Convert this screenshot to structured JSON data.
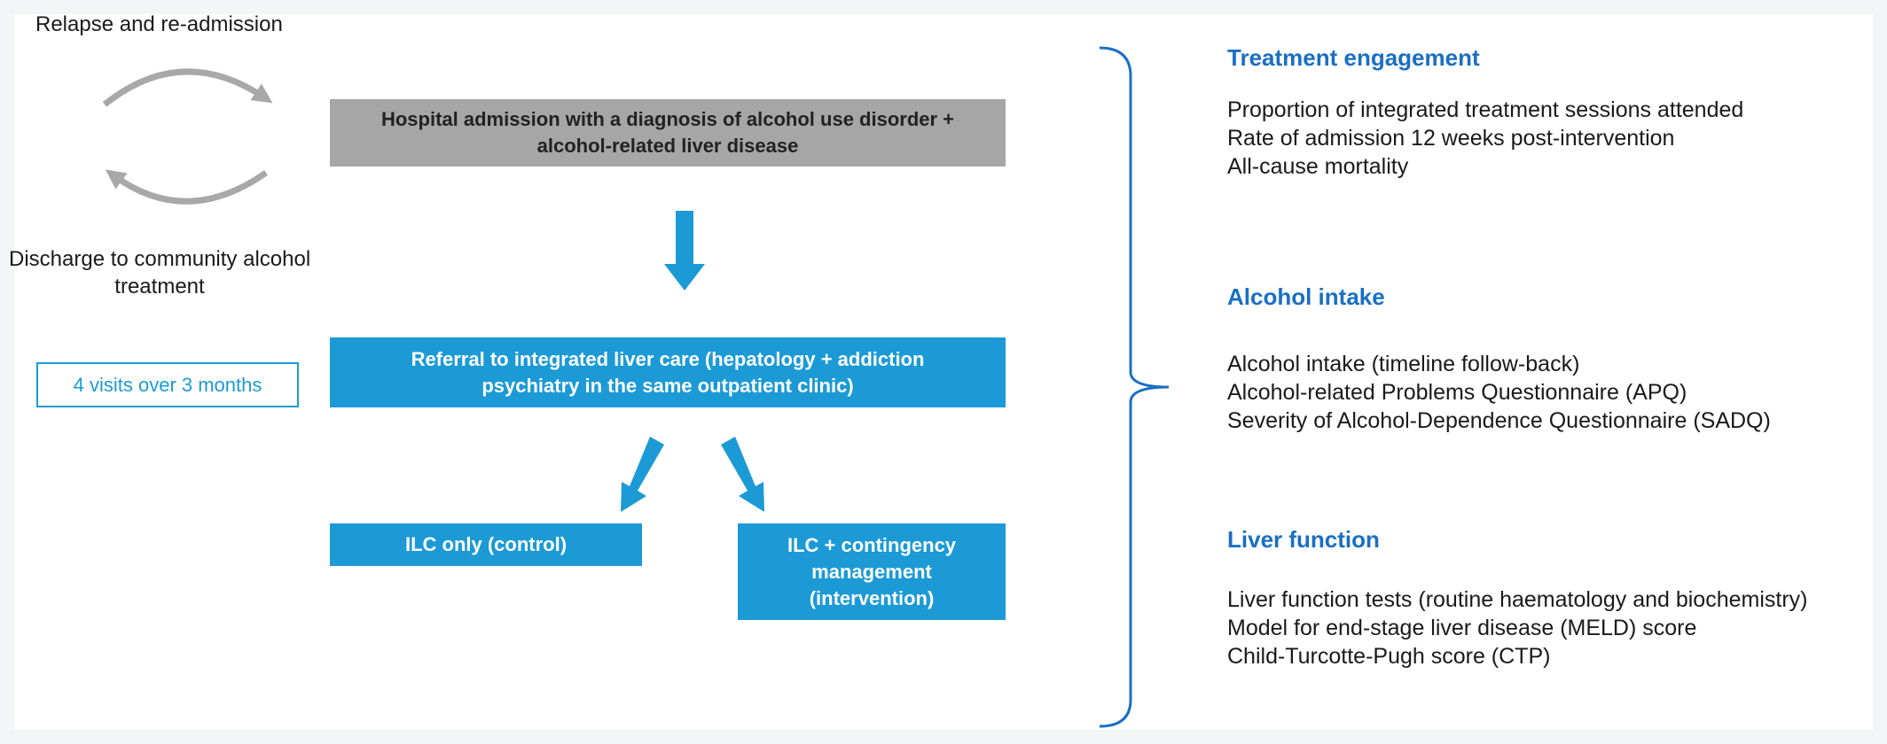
{
  "cycle": {
    "top_label": "Relapse and re-admission",
    "bottom_label_line1": "Discharge to community alcohol",
    "bottom_label_line2": "treatment"
  },
  "visits_label": "4 visits over 3 months",
  "boxes": {
    "admission_line1": "Hospital admission with a diagnosis of alcohol use disorder +",
    "admission_line2": "alcohol-related liver disease",
    "referral_line1": "Referral to integrated liver care (hepatology + addiction",
    "referral_line2": "psychiatry in the same outpatient clinic)",
    "control": "ILC only (control)",
    "intervention_line1": "ILC + contingency",
    "intervention_line2": "management",
    "intervention_line3": "(intervention)"
  },
  "outcomes": {
    "treatment": {
      "heading": "Treatment engagement",
      "items": [
        "Proportion of integrated treatment sessions attended",
        "Rate of admission 12 weeks post-intervention",
        "All-cause mortality"
      ]
    },
    "alcohol": {
      "heading": "Alcohol intake",
      "items": [
        "Alcohol intake (timeline follow-back)",
        "Alcohol-related Problems Questionnaire (APQ)",
        "Severity of Alcohol-Dependence Questionnaire (SADQ)"
      ]
    },
    "liver": {
      "heading": "Liver function",
      "items": [
        "Liver function tests (routine haematology and biochemistry)",
        "Model for end-stage liver disease (MELD) score",
        "Child-Turcotte-Pugh score (CTP)"
      ]
    }
  },
  "colors": {
    "accent_blue": "#1b9ad6",
    "heading_blue": "#1a6fc4",
    "gray_box": "#a6a6a6",
    "cycle_gray": "#a8a8a8"
  }
}
